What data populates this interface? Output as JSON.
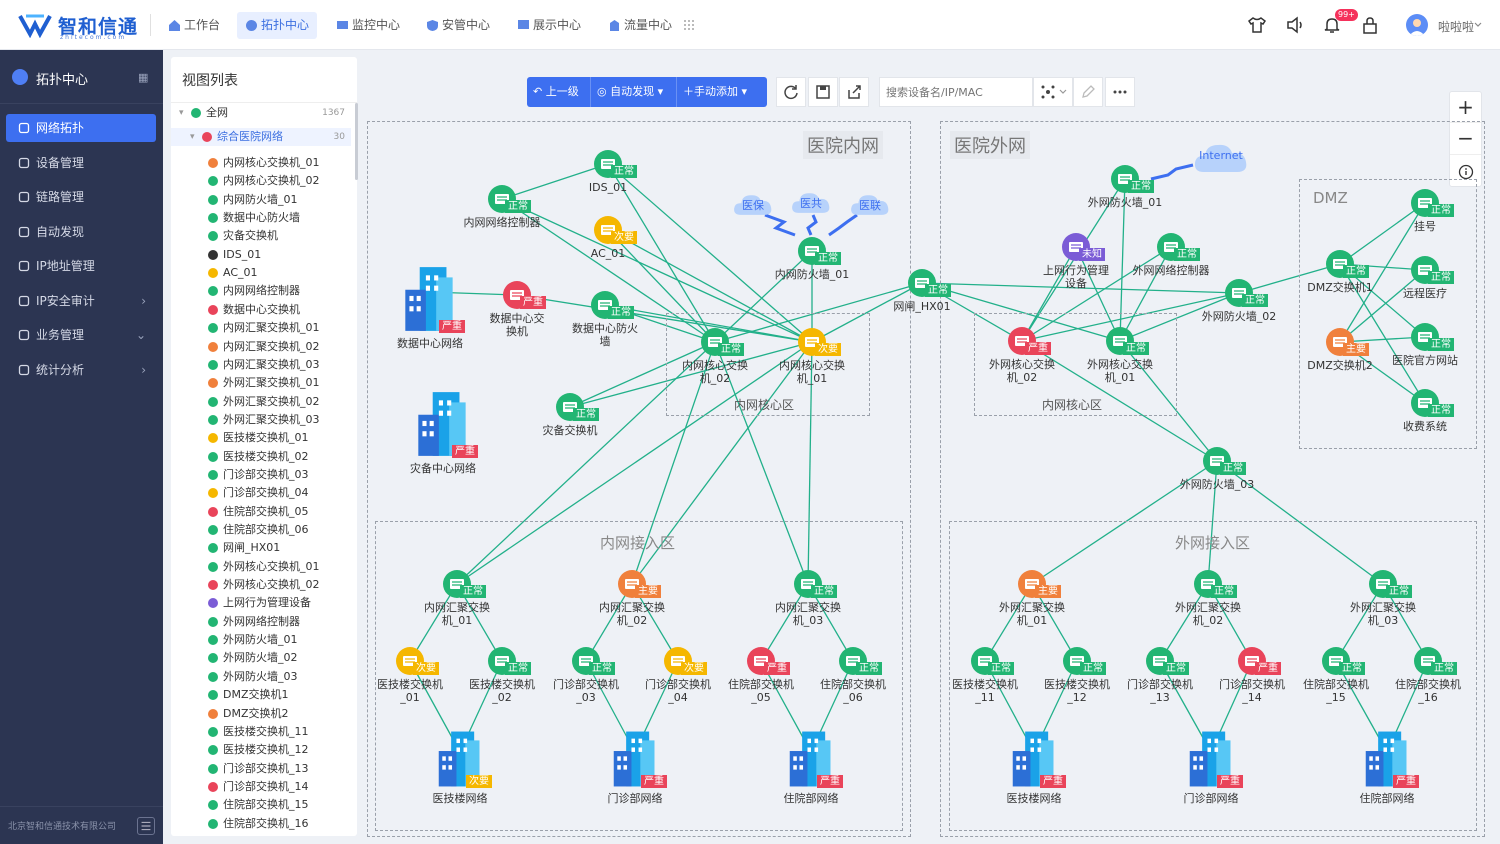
{
  "brand": {
    "name": "智和信通",
    "sub": "zhitecom.com"
  },
  "nav": [
    {
      "label": "工作台"
    },
    {
      "label": "拓扑中心",
      "active": true
    },
    {
      "label": "监控中心"
    },
    {
      "label": "安管中心"
    },
    {
      "label": "展示中心"
    },
    {
      "label": "流量中心"
    }
  ],
  "header": {
    "badge": "99+",
    "user": "啦啦啦"
  },
  "sidebar": {
    "title": "拓扑中心",
    "items": [
      {
        "label": "网络拓扑",
        "active": true
      },
      {
        "label": "设备管理"
      },
      {
        "label": "链路管理"
      },
      {
        "label": "自动发现"
      },
      {
        "label": "IP地址管理"
      },
      {
        "label": "IP安全审计",
        "chevron": "›"
      },
      {
        "label": "业务管理",
        "chevron": "⌄"
      },
      {
        "label": "统计分析",
        "chevron": "›"
      }
    ],
    "footer": "北京智和信通技术有限公司"
  },
  "viewlist": {
    "title": "视图列表",
    "root": {
      "label": "全网",
      "count": "1367"
    },
    "group": {
      "label": "综合医院网络",
      "count": "30"
    },
    "items": [
      {
        "label": "内网核心交换机_01",
        "color": "#f0803c"
      },
      {
        "label": "内网核心交换机_02",
        "color": "#22b573"
      },
      {
        "label": "内网防火墙_01",
        "color": "#22b573"
      },
      {
        "label": "数据中心防火墙",
        "color": "#22b573"
      },
      {
        "label": "灾备交换机",
        "color": "#22b573"
      },
      {
        "label": "IDS_01",
        "color": "#333333"
      },
      {
        "label": "AC_01",
        "color": "#f5b700"
      },
      {
        "label": "内网网络控制器",
        "color": "#22b573"
      },
      {
        "label": "数据中心交换机",
        "color": "#e9445a"
      },
      {
        "label": "内网汇聚交换机_01",
        "color": "#22b573"
      },
      {
        "label": "内网汇聚交换机_02",
        "color": "#f0803c"
      },
      {
        "label": "内网汇聚交换机_03",
        "color": "#22b573"
      },
      {
        "label": "外网汇聚交换机_01",
        "color": "#f0803c"
      },
      {
        "label": "外网汇聚交换机_02",
        "color": "#22b573"
      },
      {
        "label": "外网汇聚交换机_03",
        "color": "#22b573"
      },
      {
        "label": "医技楼交换机_01",
        "color": "#f5b700"
      },
      {
        "label": "医技楼交换机_02",
        "color": "#22b573"
      },
      {
        "label": "门诊部交换机_03",
        "color": "#22b573"
      },
      {
        "label": "门诊部交换机_04",
        "color": "#f5b700"
      },
      {
        "label": "住院部交换机_05",
        "color": "#e9445a"
      },
      {
        "label": "住院部交换机_06",
        "color": "#22b573"
      },
      {
        "label": "网闸_HX01",
        "color": "#22b573"
      },
      {
        "label": "外网核心交换机_01",
        "color": "#22b573"
      },
      {
        "label": "外网核心交换机_02",
        "color": "#e9445a"
      },
      {
        "label": "上网行为管理设备",
        "color": "#7b5cd6"
      },
      {
        "label": "外网网络控制器",
        "color": "#22b573"
      },
      {
        "label": "外网防火墙_01",
        "color": "#22b573"
      },
      {
        "label": "外网防火墙_02",
        "color": "#22b573"
      },
      {
        "label": "外网防火墙_03",
        "color": "#22b573"
      },
      {
        "label": "DMZ交换机1",
        "color": "#22b573"
      },
      {
        "label": "DMZ交换机2",
        "color": "#f0803c"
      },
      {
        "label": "医技楼交换机_11",
        "color": "#22b573"
      },
      {
        "label": "医技楼交换机_12",
        "color": "#22b573"
      },
      {
        "label": "门诊部交换机_13",
        "color": "#22b573"
      },
      {
        "label": "门诊部交换机_14",
        "color": "#e9445a"
      },
      {
        "label": "住院部交换机_15",
        "color": "#22b573"
      },
      {
        "label": "住院部交换机_16",
        "color": "#22b573"
      }
    ]
  },
  "toolbar": {
    "up": "上一级",
    "auto": "自动发现",
    "manual": "手动添加",
    "search_placeholder": "搜索设备名/IP/MAC"
  },
  "zones": {
    "inner": "医院内网",
    "outer": "医院外网",
    "dmz": "DMZ",
    "inner_core": "内网核心区",
    "outer_core": "内网核心区",
    "inner_access": "内网接入区",
    "outer_access": "外网接入区"
  },
  "status_colors": {
    "正常": "#22b573",
    "次要": "#f5b700",
    "主要": "#f0803c",
    "严重": "#e9445a",
    "未知": "#7b5cd6"
  },
  "clouds": [
    {
      "label": "医保"
    },
    {
      "label": "医共"
    },
    {
      "label": "医联"
    },
    {
      "label": "Internet"
    }
  ],
  "buildings": [
    {
      "label": "数据中心网络",
      "status": "严重"
    },
    {
      "label": "灾备中心网络",
      "status": "严重"
    },
    {
      "label": "医技楼网络",
      "status": "次要"
    },
    {
      "label": "门诊部网络",
      "status": "严重"
    },
    {
      "label": "住院部网络",
      "status": "严重"
    },
    {
      "label": "医技楼网络",
      "status": "严重"
    },
    {
      "label": "门诊部网络",
      "status": "严重"
    },
    {
      "label": "住院部网络",
      "status": "严重"
    }
  ],
  "devices": [
    {
      "id": "ids",
      "label": "IDS_01",
      "status": "正常"
    },
    {
      "id": "ictrl",
      "label": "内网网络控制器",
      "status": "正常"
    },
    {
      "id": "ac",
      "label": "AC_01",
      "status": "次要"
    },
    {
      "id": "ifw1",
      "label": "内网防火墙_01",
      "status": "正常"
    },
    {
      "id": "dcsw",
      "label": "数据中心交\n换机",
      "status": "严重"
    },
    {
      "id": "dcfw",
      "label": "数据中心防火\n墙",
      "status": "正常"
    },
    {
      "id": "icore2",
      "label": "内网核心交换\n机_02",
      "status": "正常"
    },
    {
      "id": "icore1",
      "label": "内网核心交换\n机_01",
      "status": "次要"
    },
    {
      "id": "drsw",
      "label": "灾备交换机",
      "status": "正常"
    },
    {
      "id": "gap",
      "label": "网闸_HX01",
      "status": "正常"
    },
    {
      "id": "ofw1",
      "label": "外网防火墙_01",
      "status": "正常"
    },
    {
      "id": "beh",
      "label": "上网行为管理\n设备",
      "status": "未知"
    },
    {
      "id": "octrl",
      "label": "外网网络控制器",
      "status": "正常"
    },
    {
      "id": "ofw2",
      "label": "外网防火墙_02",
      "status": "正常"
    },
    {
      "id": "ocore2",
      "label": "外网核心交换\n机_02",
      "status": "严重"
    },
    {
      "id": "ocore1",
      "label": "外网核心交换\n机_01",
      "status": "正常"
    },
    {
      "id": "ofw3",
      "label": "外网防火墙_03",
      "status": "正常"
    },
    {
      "id": "dmz1",
      "label": "DMZ交换机1",
      "status": "正常"
    },
    {
      "id": "dmz2",
      "label": "DMZ交换机2",
      "status": "主要"
    },
    {
      "id": "gh",
      "label": "挂号",
      "status": "正常"
    },
    {
      "id": "yc",
      "label": "远程医疗",
      "status": "正常"
    },
    {
      "id": "web",
      "label": "医院官方网站",
      "status": "正常"
    },
    {
      "id": "sf",
      "label": "收费系统",
      "status": "正常"
    },
    {
      "id": "iagg1",
      "label": "内网汇聚交换\n机_01",
      "status": "正常"
    },
    {
      "id": "iagg2",
      "label": "内网汇聚交换\n机_02",
      "status": "主要"
    },
    {
      "id": "iagg3",
      "label": "内网汇聚交换\n机_03",
      "status": "正常"
    },
    {
      "id": "oagg1",
      "label": "外网汇聚交换\n机_01",
      "status": "主要"
    },
    {
      "id": "oagg2",
      "label": "外网汇聚交换\n机_02",
      "status": "正常"
    },
    {
      "id": "oagg3",
      "label": "外网汇聚交换\n机_03",
      "status": "正常"
    },
    {
      "id": "s01",
      "label": "医技楼交换机\n_01",
      "status": "次要"
    },
    {
      "id": "s02",
      "label": "医技楼交换机\n_02",
      "status": "正常"
    },
    {
      "id": "s03",
      "label": "门诊部交换机\n_03",
      "status": "正常"
    },
    {
      "id": "s04",
      "label": "门诊部交换机\n_04",
      "status": "次要"
    },
    {
      "id": "s05",
      "label": "住院部交换机\n_05",
      "status": "严重"
    },
    {
      "id": "s06",
      "label": "住院部交换机\n_06",
      "status": "正常"
    },
    {
      "id": "s11",
      "label": "医技楼交换机\n_11",
      "status": "正常"
    },
    {
      "id": "s12",
      "label": "医技楼交换机\n_12",
      "status": "正常"
    },
    {
      "id": "s13",
      "label": "门诊部交换机\n_13",
      "status": "正常"
    },
    {
      "id": "s14",
      "label": "门诊部交换机\n_14",
      "status": "严重"
    },
    {
      "id": "s15",
      "label": "住院部交换机\n_15",
      "status": "正常"
    },
    {
      "id": "s16",
      "label": "住院部交换机\n_16",
      "status": "正常"
    }
  ]
}
